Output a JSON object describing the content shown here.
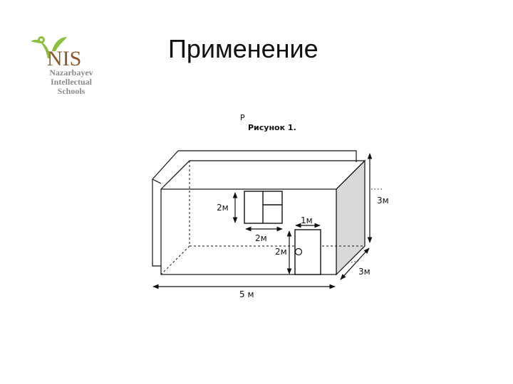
{
  "logo": {
    "brand": "NIS",
    "lines": [
      "Nazarbayev",
      "Intellectual",
      "Schools"
    ],
    "icon": "nis-sprout-logo-icon",
    "colors": {
      "sprout": "#8dbf3f",
      "brand": "#8a5a2b",
      "text": "#8a8a8a"
    }
  },
  "title": "Применение",
  "caption": "Рисунок 1.",
  "caption_fragment": "Р",
  "diagram": {
    "window_height": "2м",
    "window_width": "2м",
    "door_width": "1м",
    "door_height": "2м",
    "room_height": "3м",
    "room_depth": "3м",
    "room_length": "5 м",
    "side_fill": "#d9d9d9"
  }
}
